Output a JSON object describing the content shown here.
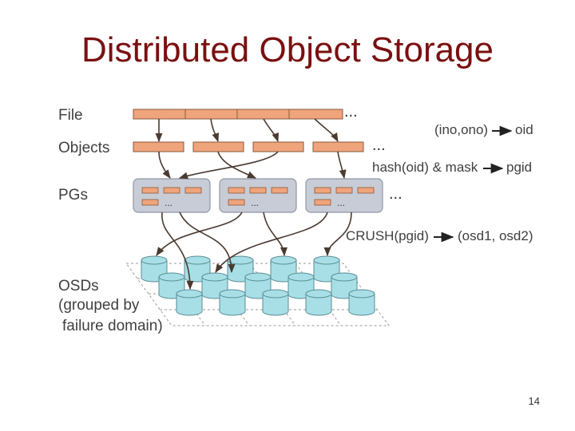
{
  "slide": {
    "title": "Distributed Object Storage",
    "page_number": "14"
  },
  "diagram": {
    "labels": {
      "file": "File",
      "objects": "Objects",
      "pgs": "PGs",
      "osds_line1": "OSDs",
      "osds_line2": "(grouped by",
      "osds_line3": "failure domain)"
    },
    "mappings": {
      "file_to_objects_left": "(ino,ono)",
      "file_to_objects_right": "oid",
      "objects_to_pgs_left": "hash(oid) & mask",
      "objects_to_pgs_right": "pgid",
      "pgs_to_osds_left": "CRUSH(pgid)",
      "pgs_to_osds_right": "(osd1, osd2)"
    },
    "ellipsis": "...",
    "pg_dots": "...",
    "colors": {
      "title": "#7a1010",
      "segment": "#f0a47c",
      "pg_box": "#c8ccd6",
      "osd": "#a8dfe6",
      "arrow": "#4a3a30"
    }
  }
}
